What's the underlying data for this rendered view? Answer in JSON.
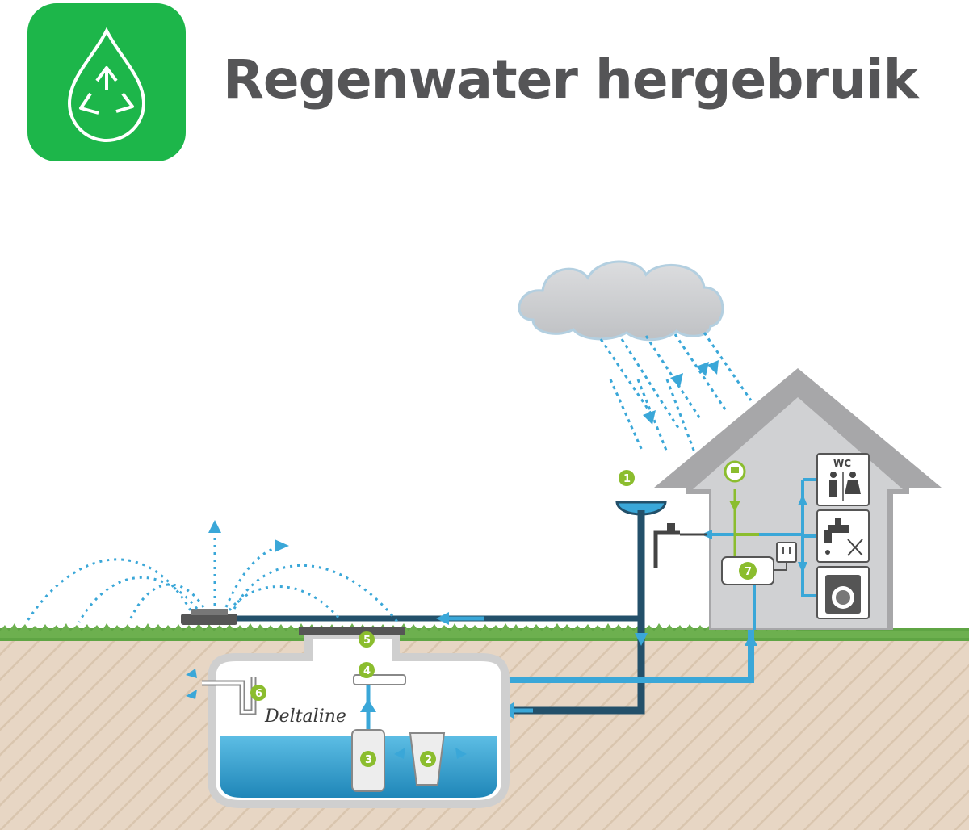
{
  "header": {
    "title": "Regenwater hergebruik",
    "icon": "raindrop-recycle-icon"
  },
  "colors": {
    "brand_green": "#1db64a",
    "title_gray": "#555557",
    "water_blue": "#3aa7d8",
    "pipe_dark": "#23506a",
    "grass": "#5fa544",
    "soil": "#e7d6c4",
    "house": "#a7a7a9",
    "marker_green": "#8bbd2e"
  },
  "diagram": {
    "brand": "Deltaline",
    "wc_label": "WC",
    "markers": [
      "1",
      "2",
      "3",
      "4",
      "5",
      "6",
      "7"
    ]
  }
}
